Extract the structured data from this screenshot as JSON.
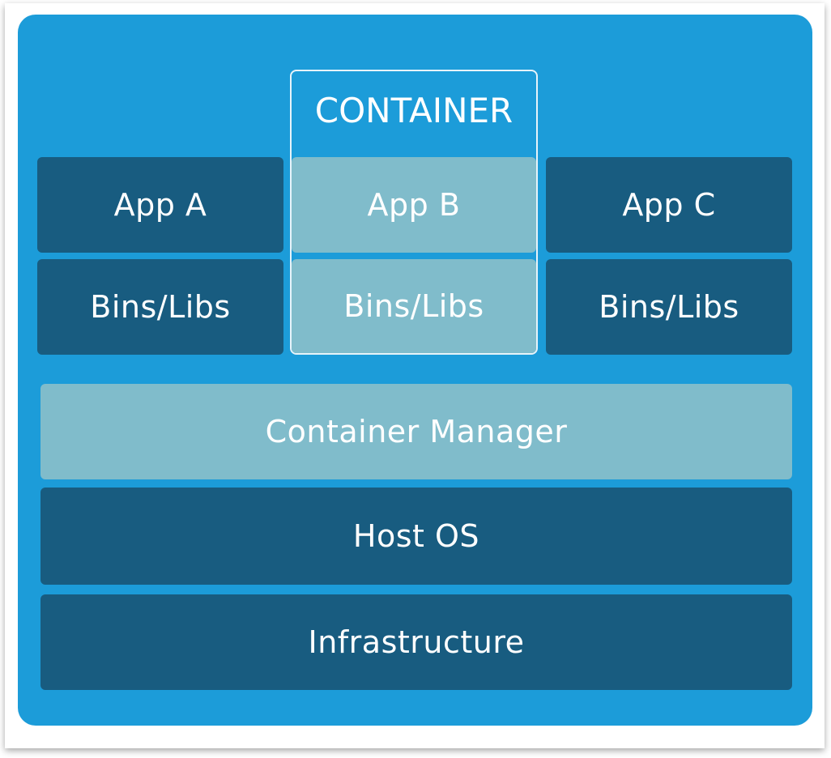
{
  "container_label": "CONTAINER",
  "apps": [
    {
      "app": "App A",
      "libs": "Bins/Libs"
    },
    {
      "app": "App B",
      "libs": "Bins/Libs"
    },
    {
      "app": "App C",
      "libs": "Bins/Libs"
    }
  ],
  "layers": {
    "container_manager": "Container Manager",
    "host_os": "Host OS",
    "infrastructure": "Infrastructure"
  },
  "colors": {
    "background": "#1c9cd9",
    "dark_block": "#185c80",
    "light_block": "#80bccb",
    "text": "#ffffff"
  }
}
